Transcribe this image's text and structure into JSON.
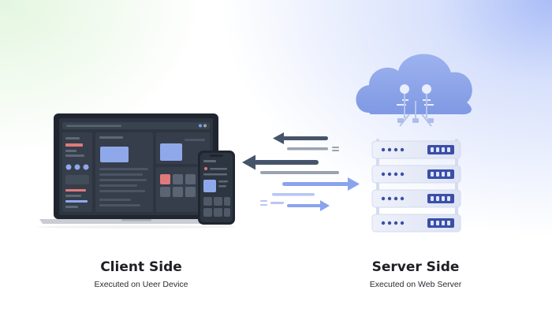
{
  "client": {
    "title": "Client Side",
    "subtitle": "Executed on Ueer Device"
  },
  "server": {
    "title": "Server Side",
    "subtitle": "Executed on Web Server"
  },
  "colors": {
    "laptop_body": "#1f262f",
    "laptop_screen": "#2d3540",
    "laptop_base": "#c9cdd3",
    "server_body": "#e6ebf7",
    "server_slot": "#3b4fa8",
    "cloud": "#8fa8ea",
    "arrow_dark": "#46546a",
    "arrow_light": "#8aa3ee"
  }
}
